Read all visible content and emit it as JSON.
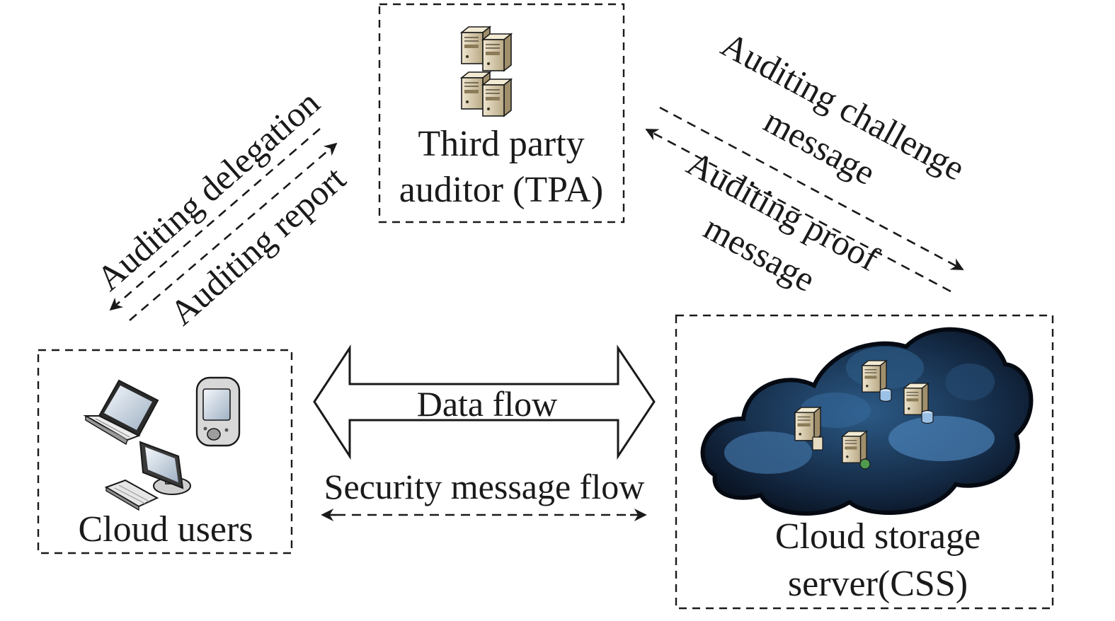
{
  "nodes": {
    "tpa": {
      "label_line1": "Third party",
      "label_line2": "auditor (TPA)",
      "icon": "server-rack-icon"
    },
    "users": {
      "label": "Cloud users",
      "icons": [
        "laptop-icon",
        "pda-icon",
        "desktop-computer-icon",
        "keyboard-icon"
      ]
    },
    "css": {
      "label_line1": "Cloud storage",
      "label_line2": "server(CSS)",
      "icon": "cloud-servers-icon"
    }
  },
  "edges": {
    "delegation": "Auditing delegation",
    "report": "Auditing report",
    "challenge_line1": "Auditing challenge",
    "challenge_line2": "message",
    "proof_line1": "Auditing proof",
    "proof_line2": "message",
    "data_flow": "Data flow",
    "security_flow": "Security message flow"
  },
  "colors": {
    "ink": "#1a1a1a",
    "server_body": "#d9ccae",
    "cloud_dark": "#0c1a2e",
    "cloud_mid": "#2f5f8d",
    "cloud_light": "#5b93c5"
  }
}
